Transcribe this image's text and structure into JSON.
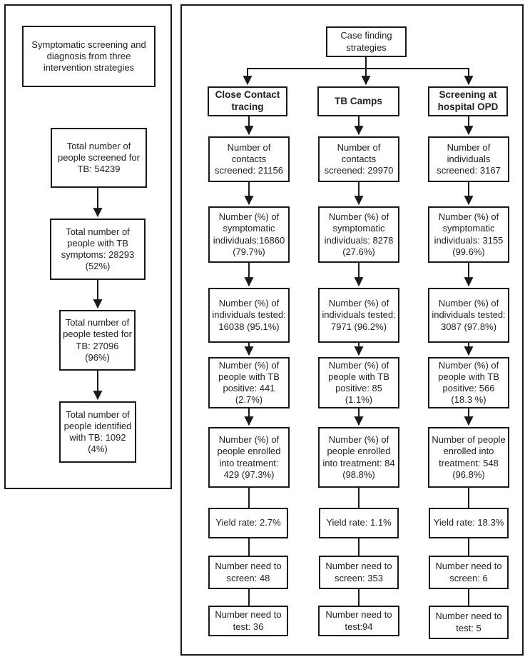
{
  "left_panel": {
    "title": "Symptomatic screening and diagnosis from three intervention strategies",
    "boxes": [
      "Total number of people screened for TB: 54239",
      "Total number of people with TB symptoms: 28293 (52%)",
      "Total number of people tested for TB: 27096 (96%)",
      "Total number of people identified with TB: 1092 (4%)"
    ]
  },
  "right_panel": {
    "root": "Case finding strategies",
    "columns": [
      {
        "header": "Close Contact tracing",
        "rows": [
          "Number of contacts screened: 21156",
          "Number (%) of symptomatic individuals:16860 (79.7%)",
          "Number (%) of individuals tested: 16038 (95.1%)",
          "Number (%) of people with TB positive: 441 (2.7%)",
          "Number (%) of people enrolled into treatment: 429 (97.3%)",
          "Yield rate: 2.7%",
          "Number need to screen: 48",
          "Number need to test: 36"
        ]
      },
      {
        "header": "TB Camps",
        "rows": [
          "Number of contacts screened: 29970",
          "Number (%) of symptomatic individuals: 8278 (27.6%)",
          "Number (%) of individuals tested: 7971 (96.2%)",
          "Number (%) of people with TB positive: 85 (1.1%)",
          "Number (%) of people enrolled into treatment: 84 (98.8%)",
          "Yield rate: 1.1%",
          "Number need to screen: 353",
          "Number need to test:94"
        ]
      },
      {
        "header": "Screening at hospital OPD",
        "rows": [
          "Number of individuals screened: 3167",
          "Number (%) of symptomatic individuals: 3155 (99.6%)",
          "Number (%) of individuals tested: 3087 (97.8%)",
          "Number (%) of people with TB positive: 566 (18.3 %)",
          "Number of people enrolled into treatment: 548 (96.8%)",
          "Yield rate: 18.3%",
          "Number need to screen: 6",
          "Number need to test: 5"
        ]
      }
    ]
  },
  "colors": {
    "border": "#1a1a1a",
    "text": "#212121",
    "background": "#ffffff"
  }
}
